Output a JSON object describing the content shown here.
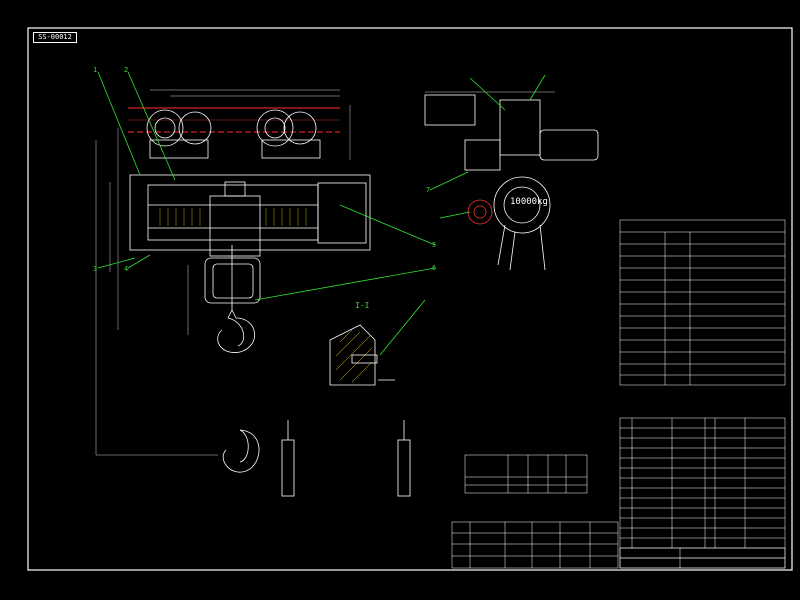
{
  "sheet_tag": "SS-00012",
  "load_label": "10000kg",
  "section_label": "I-I",
  "balloons": [
    "1",
    "2",
    "3",
    "4",
    "5",
    "6",
    "7"
  ],
  "colors": {
    "background": "#000000",
    "drawing": "#ffffff",
    "rail": "#ff3030",
    "leader": "#32e632",
    "hatch": "#ffd700",
    "dimension": "#d2d2d2"
  }
}
